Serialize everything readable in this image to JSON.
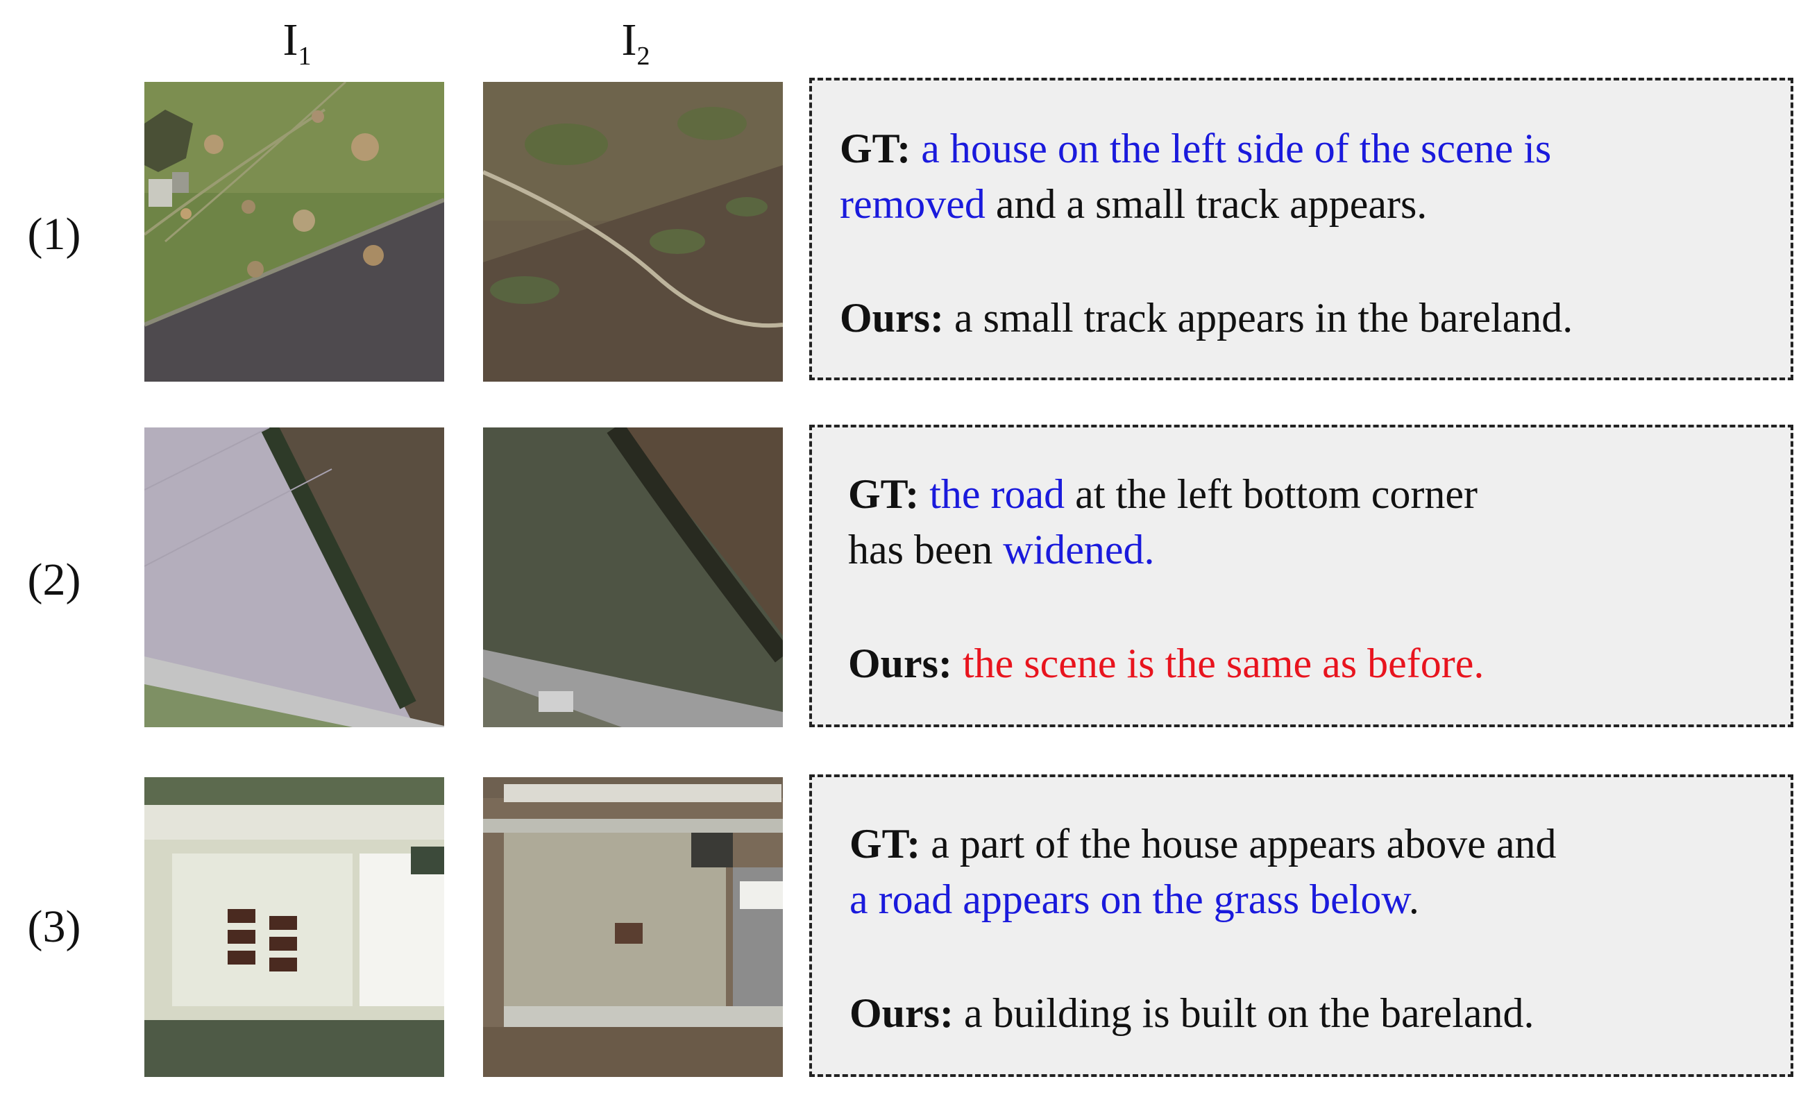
{
  "columns": {
    "i1": {
      "base": "I",
      "sub": "1"
    },
    "i2": {
      "base": "I",
      "sub": "2"
    }
  },
  "rows": [
    {
      "label": "(1)",
      "gt": {
        "prefix": "GT:",
        "line1_blue": "a house on the left side of the scene is",
        "line2_blue": "removed",
        "line2_rest": " and a small track appears."
      },
      "ours": {
        "prefix": "Ours:",
        "text": "a small track appears in the bareland."
      }
    },
    {
      "label": "(2)",
      "gt": {
        "prefix": "GT:",
        "line1_blue": "the road",
        "line1_rest": " at the left bottom corner",
        "line2_rest": "has been ",
        "line2_blue": "widened."
      },
      "ours": {
        "prefix": "Ours:",
        "text": "the scene is the same as before."
      }
    },
    {
      "label": "(3)",
      "gt": {
        "prefix": "GT:",
        "line1_rest": "a part of the house appears above and",
        "line2_blue": "a road appears on the grass below",
        "line2_rest": "."
      },
      "ours": {
        "prefix": "Ours:",
        "text": "a building is built on the bareland."
      }
    }
  ],
  "colors": {
    "highlight_blue": "#1a1adc",
    "error_red": "#e8141e",
    "box_background": "#efefef"
  }
}
